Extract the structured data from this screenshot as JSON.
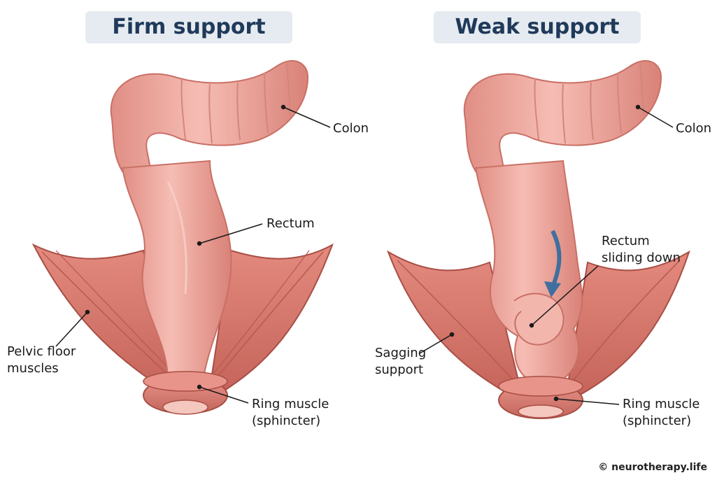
{
  "panels": {
    "left": {
      "title": "Firm support",
      "labels": {
        "colon": "Colon",
        "rectum": "Rectum",
        "pelvic_line1": "Pelvic floor",
        "pelvic_line2": "muscles",
        "ring_line1": "Ring muscle",
        "ring_line2": "(sphincter)"
      }
    },
    "right": {
      "title": "Weak support",
      "labels": {
        "colon": "Colon",
        "rectum_line1": "Rectum",
        "rectum_line2": "sliding down",
        "sagging_line1": "Sagging",
        "sagging_line2": "support",
        "ring_line1": "Ring muscle",
        "ring_line2": "(sphincter)"
      }
    }
  },
  "credit": "© neurotherapy.life",
  "colors": {
    "title_bg": "#e6ebf1",
    "title_text": "#1f3a5a",
    "tissue": "#f0a8a0",
    "tissue_dark": "#d98278",
    "muscle": "#d9776c",
    "muscle_dark": "#b9574d",
    "arrow": "#3f6f9e"
  }
}
